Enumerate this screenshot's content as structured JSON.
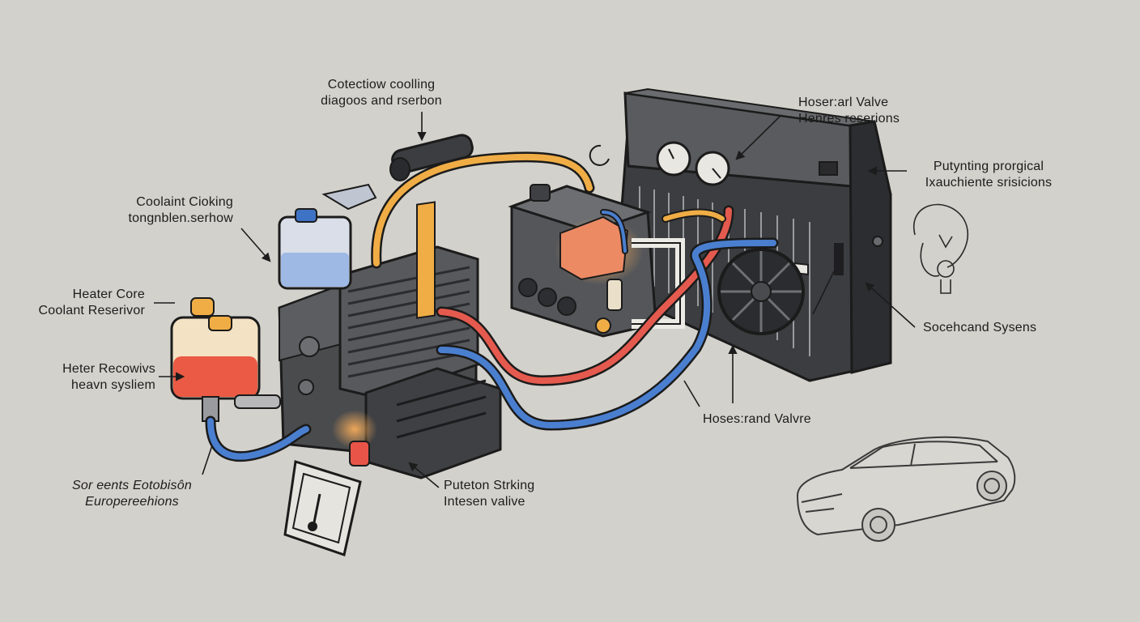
{
  "labels": {
    "cooling_diag": {
      "line1": "Cotectiow coolling",
      "line2": "diagoos and rserbon"
    },
    "coolant_cioking": {
      "line1": "Coolaint Cioking",
      "line2": "tongnblen.serhow"
    },
    "heater_core": {
      "line1": "Heater Core",
      "line2": "Coolant Reserivor"
    },
    "heter_recowivs": {
      "line1": "Heter Recowivs",
      "line2": "heavn sysliem"
    },
    "sor_eostbisen": {
      "line1": "Sor eents Eotobisôn",
      "line2": "Europereehions"
    },
    "puteton_strking": {
      "line1": "Puteton Strking",
      "line2": "Intesen valive"
    },
    "hoseraval_top": {
      "line1": "Hoser:arl Valve",
      "line2": "Henres reserions"
    },
    "putynting": {
      "line1": "Putynting prorgical",
      "line2": "Ixauchiente srisicions"
    },
    "socehand": {
      "line1": "Socehcand Sysens"
    },
    "hoses_valve": {
      "line1": "Hoses:rand Valvre"
    }
  },
  "colors": {
    "background": "#d3d1cb",
    "engine_body": "#4a4b4d",
    "hot_hose": "#e55a4e",
    "cold_hose": "#4a7fd0",
    "warm_hose": "#f0ad45",
    "reservoir_fluid": "#ea5a44",
    "reservoir_tank": "#f4e2c4"
  }
}
